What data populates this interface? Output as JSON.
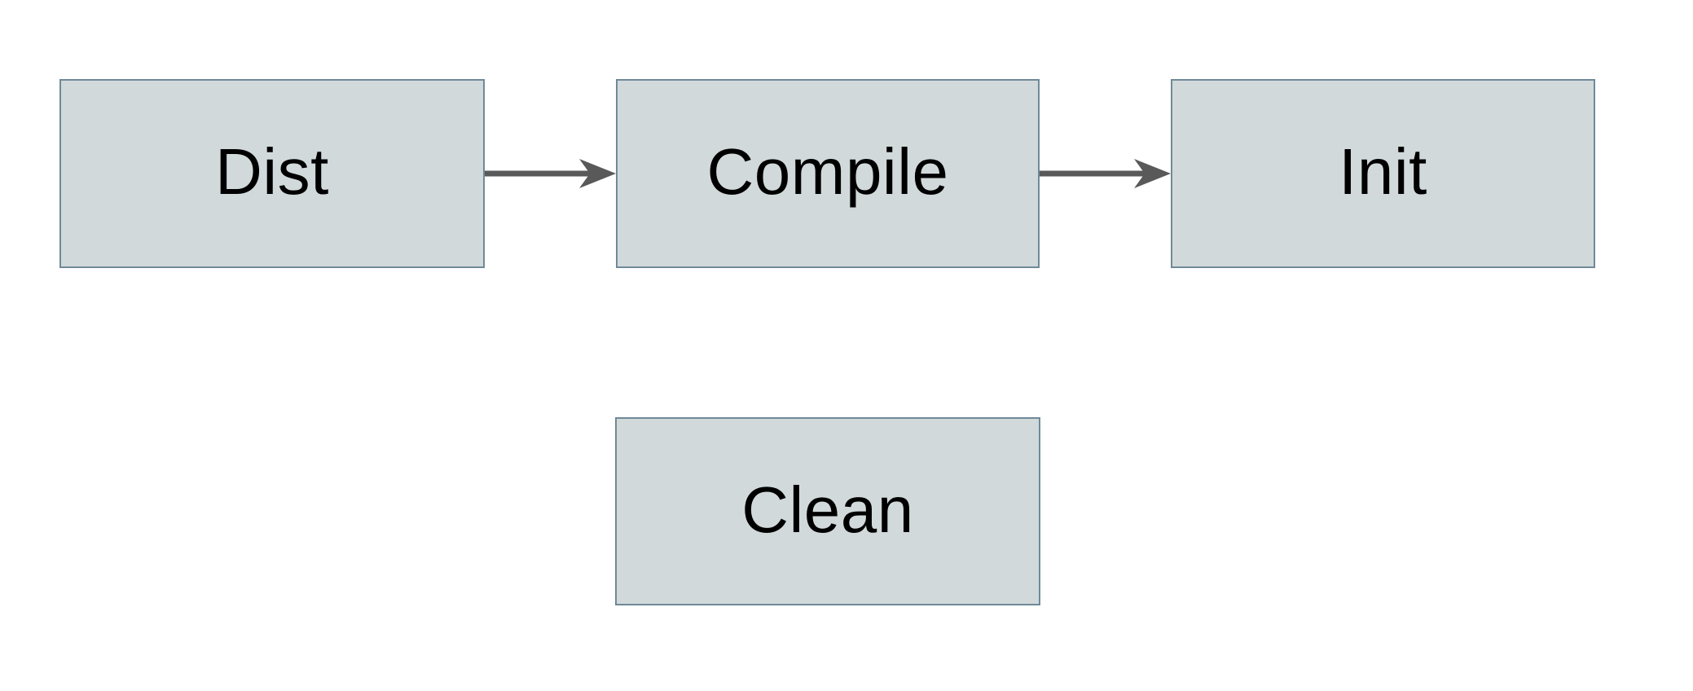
{
  "canvas": {
    "background": "#ffffff"
  },
  "colors": {
    "node_fill": "#d2d9db",
    "node_border": "#6f8a98",
    "arrow": "#595959",
    "label": "#000000"
  },
  "nodes": [
    {
      "id": "dist",
      "label": "Dist"
    },
    {
      "id": "compile",
      "label": "Compile"
    },
    {
      "id": "init",
      "label": "Init"
    },
    {
      "id": "clean",
      "label": "Clean"
    }
  ],
  "edges": [
    {
      "from": "dist",
      "to": "compile"
    },
    {
      "from": "compile",
      "to": "init"
    }
  ]
}
